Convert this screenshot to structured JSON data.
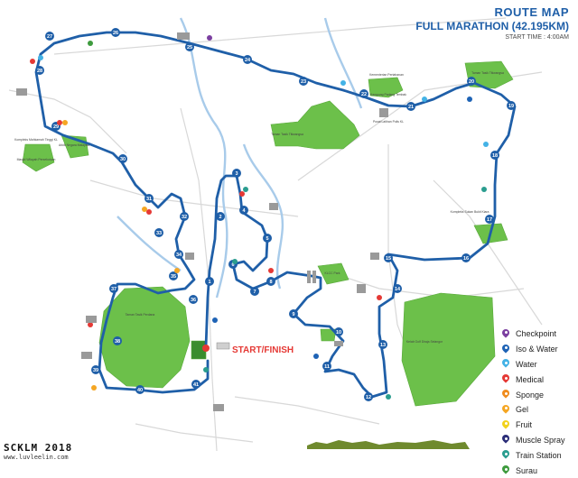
{
  "title": {
    "line1": "ROUTE MAP",
    "line2": "FULL MARATHON (42.195KM)",
    "line3": "START TIME : 4:00AM"
  },
  "start_label": "START/FINISH",
  "brand": {
    "name": "SCKLM 2018",
    "url": "www.luvleelin.com"
  },
  "legend": [
    {
      "label": "Checkpoint",
      "color": "#7b3fa0"
    },
    {
      "label": "Iso & Water",
      "color": "#1e63b5"
    },
    {
      "label": "Water",
      "color": "#43b2e6"
    },
    {
      "label": "Medical",
      "color": "#e53935"
    },
    {
      "label": "Sponge",
      "color": "#f08c1e"
    },
    {
      "label": "Gel",
      "color": "#f5a623"
    },
    {
      "label": "Fruit",
      "color": "#f2d21b"
    },
    {
      "label": "Muscle Spray",
      "color": "#2b2d78"
    },
    {
      "label": "Train Station",
      "color": "#2a9d8f"
    },
    {
      "label": "Surau",
      "color": "#3e9b3e"
    }
  ],
  "km_markers": [
    "1",
    "2",
    "3",
    "4",
    "5",
    "6",
    "7",
    "8",
    "9",
    "10",
    "11",
    "12",
    "13",
    "14",
    "15",
    "16",
    "17",
    "18",
    "19",
    "20",
    "21",
    "22",
    "23",
    "24",
    "25",
    "26",
    "27",
    "28",
    "29",
    "30",
    "31",
    "32",
    "33",
    "34",
    "35",
    "36",
    "37",
    "38",
    "39",
    "40",
    "41"
  ],
  "places": [
    "Kampung Padang Tembak",
    "Kementerian Pertahanan",
    "Pusat Latihan Polis KL",
    "Taman Tasik Titiwangsa",
    "KLCC Park",
    "Taman Tasik Perdana",
    "Kelab Golf Diraja Selangor",
    "Masjid Wilayah Persekutuan",
    "Kompleks Mahkamah Tinggi KL",
    "Arkib Negara Malaysia",
    "Taman Tasik Titiwangsa",
    "Kompleks Sukan Bukit Kiara"
  ],
  "colors": {
    "route": "#1f5fa8",
    "park": "#6cc04a",
    "river": "#a8cbea",
    "road": "#d4d4d4",
    "start": "#e53935"
  }
}
